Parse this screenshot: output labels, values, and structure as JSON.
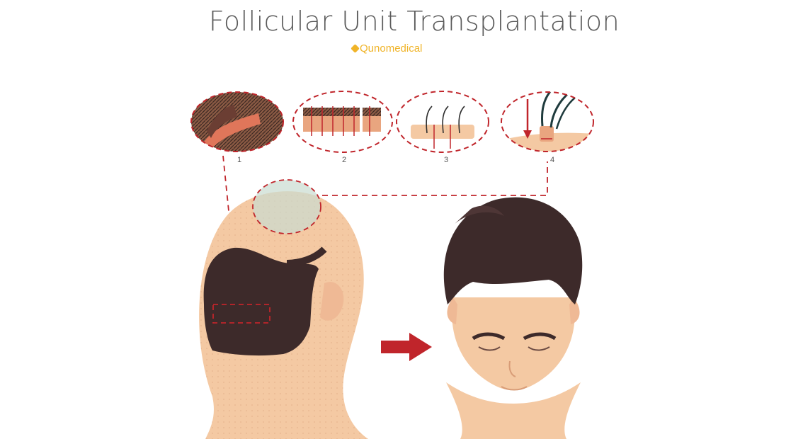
{
  "title": "Follicular Unit Transplantation",
  "brand": "Qunomedical",
  "steps": [
    {
      "number": "1"
    },
    {
      "number": "2"
    },
    {
      "number": "3"
    },
    {
      "number": "4"
    }
  ],
  "icons": {
    "arrow": "right-arrow-icon",
    "brand_mark": "qunomedical-logo-icon"
  },
  "colors": {
    "title": "#5b5b5b",
    "brand": "#f0b429",
    "skin": "#f4c9a3",
    "hair": "#3d2a2a",
    "dashed": "#c0252b",
    "arrow": "#c0252b"
  }
}
